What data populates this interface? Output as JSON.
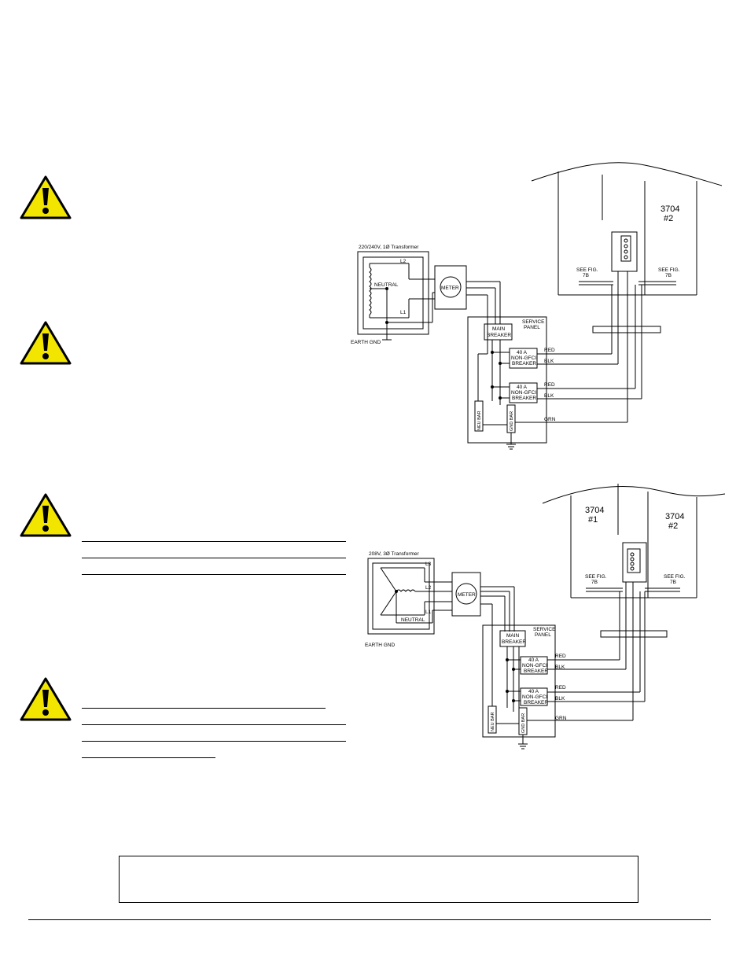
{
  "colors": {
    "warning_fill": "#f2e600",
    "line": "#000000"
  },
  "warnings": [
    {
      "icon": "warning-triangle-icon"
    },
    {
      "icon": "warning-triangle-icon"
    },
    {
      "icon": "warning-triangle-icon"
    },
    {
      "icon": "warning-triangle-icon"
    }
  ],
  "diagram1": {
    "transformer_title": "220/240V, 1Ø Transformer",
    "l2": "L2",
    "l1": "L1",
    "neutral": "NEUTRAL",
    "earth_gnd": "EARTH GND",
    "meter": "METER",
    "service_panel_1": "SERVICE",
    "service_panel_2": "PANEL",
    "main_breaker_1": "MAIN",
    "main_breaker_2": "BREAKER",
    "breaker_a_1": "40 A",
    "breaker_a_2": "NON-GFCI",
    "breaker_a_3": "BREAKER",
    "breaker_b_1": "40 A",
    "breaker_b_2": "NON-GFCI",
    "breaker_b_3": "BREAKER",
    "red_1": "RED",
    "blk_1": "BLK",
    "red_2": "RED",
    "blk_2": "BLK",
    "grn": "GRN",
    "neu_bar": "NEU BAR",
    "gnd_bar": "GND BAR",
    "unit2_model": "3704",
    "unit2_num": "#2",
    "see_left_1": "SEE FIG.",
    "see_left_2": "7B",
    "see_right_1": "SEE FIG.",
    "see_right_2": "7B"
  },
  "diagram2": {
    "transformer_title": "208V, 3Ø Transformer",
    "l3": "L3",
    "l2": "L2",
    "l1": "L1",
    "neutral": "NEUTRAL",
    "earth_gnd": "EARTH GND",
    "meter": "METER",
    "service_panel_1": "SERVICE",
    "service_panel_2": "PANEL",
    "main_breaker_1": "MAIN",
    "main_breaker_2": "BREAKER",
    "breaker_a_1": "40 A",
    "breaker_a_2": "NON-GFCI",
    "breaker_a_3": "BREAKER",
    "breaker_b_1": "40 A",
    "breaker_b_2": "NON-GFCI",
    "breaker_b_3": "BREAKER",
    "red_1": "RED",
    "blk_1": "BLK",
    "red_2": "RED",
    "blk_2": "BLK",
    "grn": "GRN",
    "neu_bar": "NEU BAR",
    "gnd_bar": "GND BAR",
    "unit1_model": "3704",
    "unit1_num": "#1",
    "unit2_model": "3704",
    "unit2_num": "#2",
    "see_left_1": "SEE FIG.",
    "see_left_2": "7B",
    "see_right_1": "SEE FIG.",
    "see_right_2": "7B"
  }
}
